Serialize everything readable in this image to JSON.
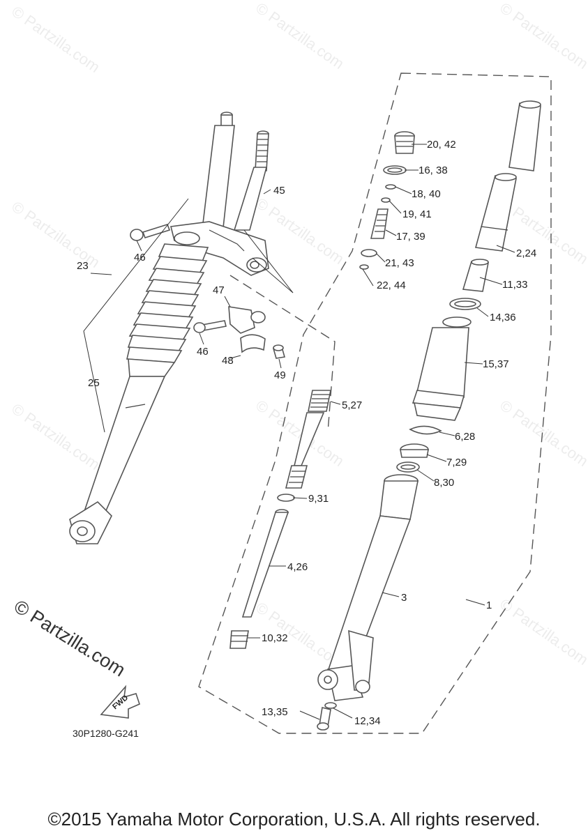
{
  "watermark": "© Partzilla.com",
  "diagram_code": "30P1280-G241",
  "fwd_label": "FWD",
  "copyright": "©2015 Yamaha Motor Corporation, U.S.A. All rights reserved.",
  "callouts": {
    "c1": "1",
    "c2_24": "2,24",
    "c3": "3",
    "c4_26": "4,26",
    "c5_27": "5,27",
    "c6_28": "6,28",
    "c7_29": "7,29",
    "c8_30": "8,30",
    "c9_31": "9,31",
    "c10_32": "10,32",
    "c11_33": "11,33",
    "c12_34": "12,34",
    "c13_35": "13,35",
    "c14_36": "14,36",
    "c15_37": "15,37",
    "c16_38": "16, 38",
    "c17_39": "17, 39",
    "c18_40": "18, 40",
    "c19_41": "19, 41",
    "c20_42": "20, 42",
    "c21_43": "21, 43",
    "c22_44": "22, 44",
    "c23": "23",
    "c25": "25",
    "c45": "45",
    "c46a": "46",
    "c46b": "46",
    "c47": "47",
    "c48": "48",
    "c49": "49"
  }
}
